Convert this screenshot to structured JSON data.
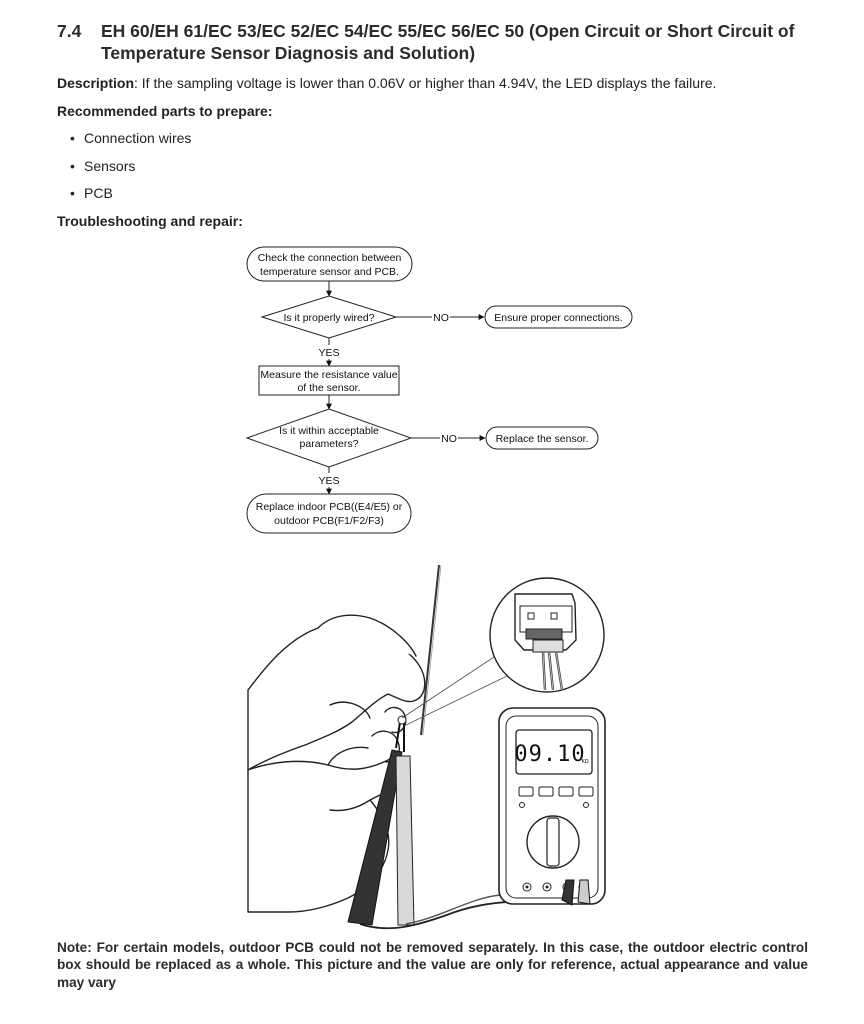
{
  "section": {
    "number": "7.4",
    "title": "EH 60/EH 61/EC 53/EC 52/EC 54/EC 55/EC 56/EC 50 (Open Circuit or Short Circuit of Temperature Sensor Diagnosis and Solution)"
  },
  "description": {
    "label": "Description",
    "text": ": If the sampling voltage is lower than 0.06V or higher than 4.94V, the LED displays the failure."
  },
  "parts": {
    "heading": "Recommended parts to prepare:",
    "items": [
      "Connection wires",
      "Sensors",
      "PCB"
    ]
  },
  "troubleshooting": {
    "heading": "Troubleshooting and repair:"
  },
  "flowchart": {
    "start": [
      "Check the connection between",
      "temperature sensor and PCB."
    ],
    "q1": "Is it properly wired?",
    "q1_no_label": "NO",
    "q1_no_action": "Ensure proper connections.",
    "q1_yes_label": "YES",
    "step2": [
      "Measure the resistance value",
      "of the sensor."
    ],
    "q2": [
      "Is it within acceptable",
      "parameters?"
    ],
    "q2_no_label": "NO",
    "q2_no_action": "Replace the sensor.",
    "q2_yes_label": "YES",
    "end": [
      "Replace indoor PCB((E4/E5) or",
      "outdoor PCB(F1/F2/F3)"
    ]
  },
  "illustration": {
    "meter_reading": "09.10",
    "meter_unit": "KΩ",
    "icons": [
      "hands-with-probes-icon",
      "sensor-connector-icon",
      "multimeter-icon"
    ]
  },
  "note": {
    "text": "Note: For certain models, outdoor PCB could not be removed separately. In this case, the outdoor electric control box should be replaced as a whole. This picture and the value are only for reference, actual appearance and value may vary"
  }
}
